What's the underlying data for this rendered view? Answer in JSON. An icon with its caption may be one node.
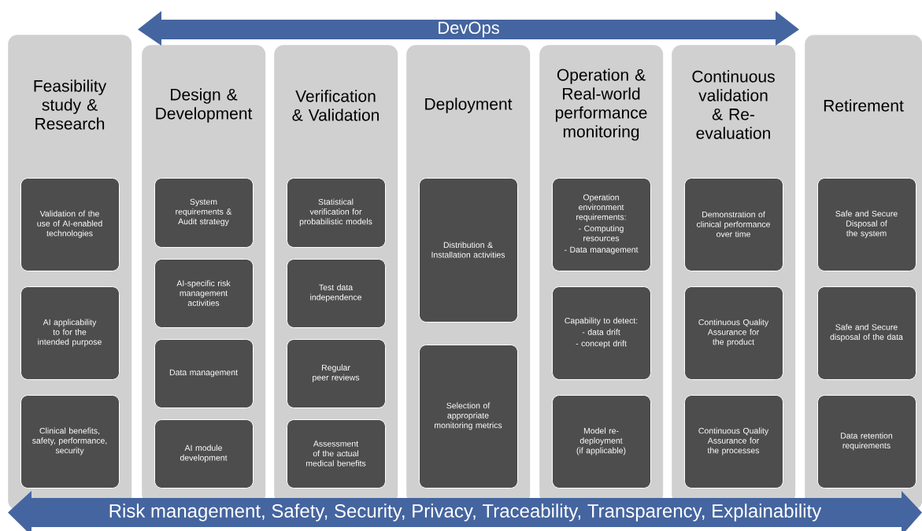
{
  "diagram": {
    "nodes": [
      {
        "text": [
          "DevOps"
        ]
      },
      {
        "text": [
          "Feasibility study & Research"
        ]
      },
      {
        "text": [
          "Validation of the use of AI-enabled technologies"
        ],
        "in": 1
      },
      {
        "text": [
          "AI applicability to for the intended purpose"
        ],
        "in": 1
      },
      {
        "text": [
          "Clinical benefits, safety, performance, security"
        ],
        "in": 1
      },
      {
        "text": [
          "Design & Development"
        ]
      },
      {
        "text": [
          "System requirements & Audit strategy"
        ],
        "in": 5
      },
      {
        "text": [
          "AI-specific risk management activities"
        ],
        "in": 5
      },
      {
        "text": [
          "Data management"
        ],
        "in": 5
      },
      {
        "text": [
          "AI module development"
        ],
        "in": 5
      },
      {
        "text": [
          "Verification & Validation"
        ]
      },
      {
        "text": [
          "Statistical verification for probabilistic models"
        ],
        "in": 10
      },
      {
        "text": [
          "Test data independence"
        ],
        "in": 10
      },
      {
        "text": [
          "Regular peer reviews"
        ],
        "in": 10
      },
      {
        "text": [
          "Assessment of the actual medical benefits"
        ],
        "in": 10
      },
      {
        "text": [
          "Deployment"
        ]
      },
      {
        "text": [
          "Distribution & Installation activities"
        ],
        "in": 15
      },
      {
        "text": [
          "Selection of appropriate monitoring metrics"
        ],
        "in": 15
      },
      {
        "text": [
          "Operation & Real-world performance monitoring"
        ]
      },
      {
        "text": [
          "Operation environment requirements:",
          "- Computing resources",
          "- Data management"
        ],
        "in": 18
      },
      {
        "text": [
          "Capability to detect:",
          "- data drift",
          "- concept drift"
        ],
        "in": 18
      },
      {
        "text": [
          "Model re-deployment (if applicable)"
        ],
        "in": 18
      },
      {
        "text": [
          "Continuous validation & Re-evaluation"
        ]
      },
      {
        "text": [
          "Demonstration of clinical performance over time"
        ],
        "in": 22
      },
      {
        "text": [
          "Continuous Quality Assurance for the product"
        ],
        "in": 22
      },
      {
        "text": [
          "Continuous Quality Assurance for the processes"
        ],
        "in": 22
      },
      {
        "text": [
          "Retirement"
        ]
      },
      {
        "text": [
          "Safe and Secure Disposal of the system"
        ],
        "in": 26
      },
      {
        "text": [
          "Safe and Secure disposal of the data"
        ],
        "in": 26
      },
      {
        "text": [
          "Data retention requirements"
        ],
        "in": 26
      },
      {
        "text": [
          "Risk management, Safety, Security, Privacy, Traceability, Transparency, Explainability"
        ]
      }
    ]
  }
}
